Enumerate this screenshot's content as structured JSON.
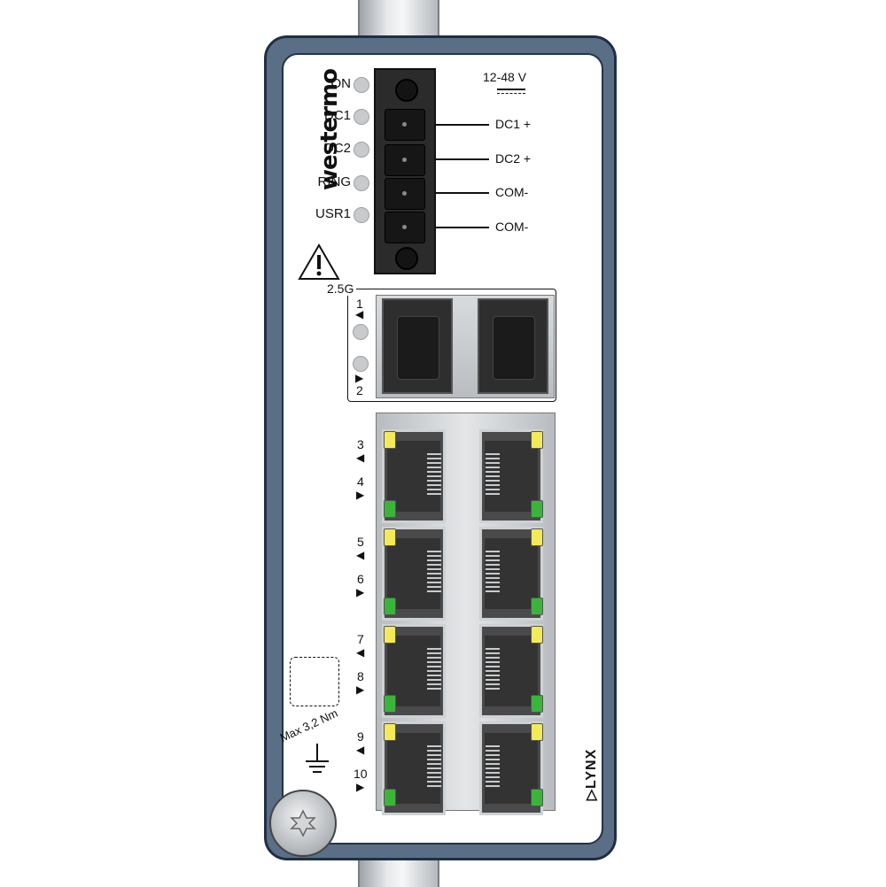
{
  "brand": {
    "logo": "westermo",
    "product": "LYNX"
  },
  "colors": {
    "housing": "#5a6f86",
    "led_off": "#c9cacc",
    "led_yellow": "#f3ea5a",
    "led_green": "#3cb43c"
  },
  "status_leds": [
    {
      "label": "ON"
    },
    {
      "label": "DC1"
    },
    {
      "label": "DC2"
    },
    {
      "label": "RING"
    },
    {
      "label": "USR1"
    }
  ],
  "power": {
    "voltage": "12-48 V",
    "pins": [
      "DC1 +",
      "DC2 +",
      "COM-",
      "COM-"
    ]
  },
  "sfp": {
    "speed_label": "2.5G",
    "port_top": "1",
    "port_bottom": "2"
  },
  "rj45_ports": [
    {
      "top": "3",
      "bottom": "4"
    },
    {
      "top": "5",
      "bottom": "6"
    },
    {
      "top": "7",
      "bottom": "8"
    },
    {
      "top": "9",
      "bottom": "10"
    }
  ],
  "torque": "Max 3,2 Nm",
  "icons": {
    "warning": "warning-triangle-icon",
    "ground": "ground-icon",
    "screw": "torx-screw-icon",
    "lynx_arrow": "triangle-outline-icon"
  }
}
